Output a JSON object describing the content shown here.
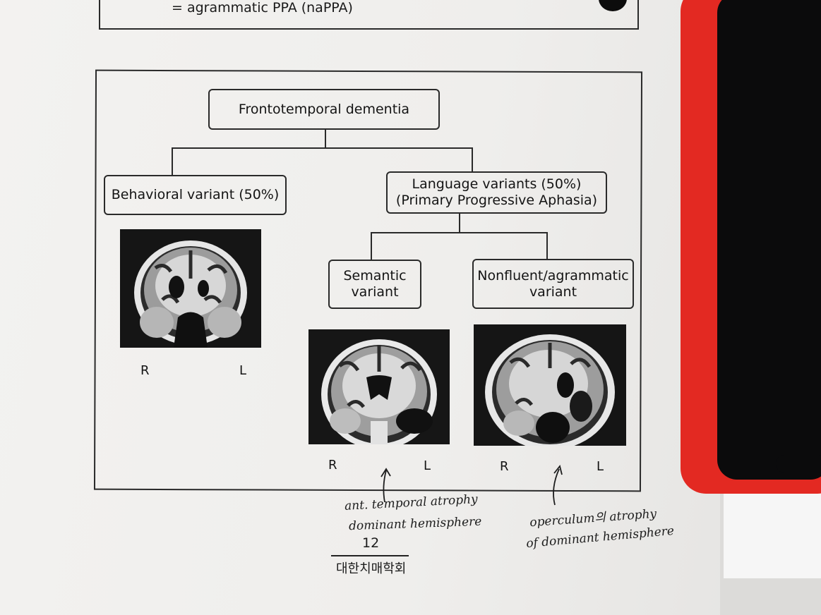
{
  "top_box": {
    "text": "= agrammatic PPA (naPPA)"
  },
  "diagram": {
    "root": {
      "label": "Frontotemporal dementia"
    },
    "behavioral": {
      "label": "Behavioral variant (50%)"
    },
    "language": {
      "line1": "Language variants (50%)",
      "line2": "(Primary Progressive Aphasia)"
    },
    "semantic": {
      "line1": "Semantic",
      "line2": "variant"
    },
    "nonfluent": {
      "line1": "Nonfluent/agrammatic",
      "line2": "variant"
    },
    "scans": {
      "behavioral": {
        "right_label": "R",
        "left_label": "L"
      },
      "semantic": {
        "right_label": "R",
        "left_label": "L"
      },
      "nonfluent": {
        "right_label": "R",
        "left_label": "L"
      }
    }
  },
  "annotations": {
    "semantic_note_line1": "ant. temporal atrophy",
    "semantic_note_line2": "dominant hemisphere",
    "nonfluent_note_line1": "operculum의 atrophy",
    "nonfluent_note_line2": "of dominant hemisphere"
  },
  "footer": {
    "page_number": "12",
    "society": "대한치매학회"
  },
  "colors": {
    "paper": "#f3f2f0",
    "ink": "#2a2a2a",
    "phone_case": "#e32922",
    "phone_screen": "#0b0b0c"
  }
}
